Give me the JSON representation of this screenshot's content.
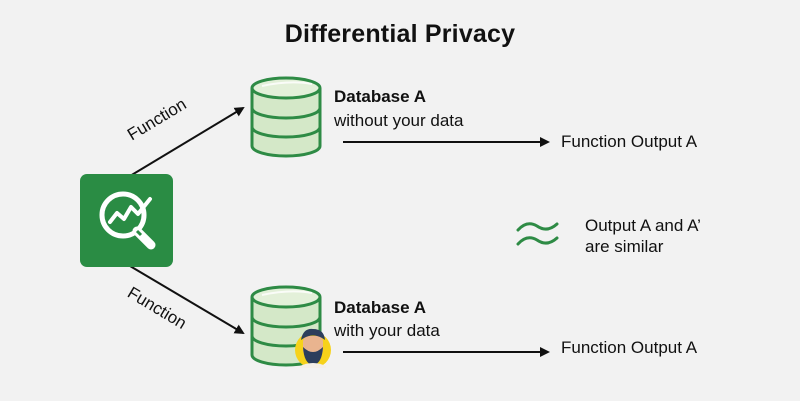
{
  "title": "Differential Privacy",
  "colors": {
    "background": "#f2f2f2",
    "accent_green": "#2a8c44",
    "db_fill": "#d4e8c8",
    "db_stroke": "#2e8b45",
    "arrow": "#111111",
    "avatar_bg": "#f6d21a"
  },
  "source": {
    "icon": "analytics-search-icon"
  },
  "edges": {
    "top_label": "Function",
    "bottom_label": "Function"
  },
  "top_branch": {
    "db_icon": "database-icon",
    "db_title": "Database A",
    "db_subtitle": "without your data",
    "output_label": "Function Output A"
  },
  "bottom_branch": {
    "db_icon": "database-icon",
    "avatar_icon": "person-avatar-icon",
    "db_title": "Database A",
    "db_subtitle": "with your data",
    "output_label": "Function Output A"
  },
  "similarity": {
    "icon": "approximately-equal-icon",
    "line1": "Output A and A’",
    "line2": "are similar"
  }
}
